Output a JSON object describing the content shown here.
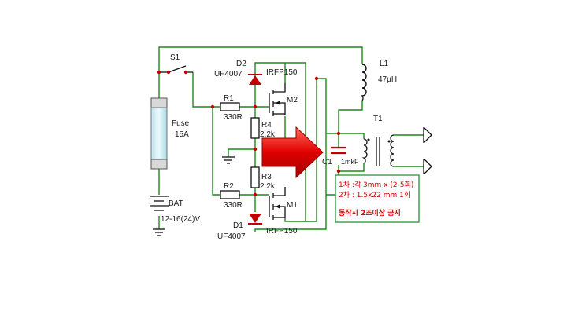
{
  "switch": {
    "label": "S1"
  },
  "fuse": {
    "name": "Fuse",
    "rating": "15A"
  },
  "battery": {
    "name": "BAT",
    "voltage": "12-16(24)V"
  },
  "diode_top": {
    "ref": "D2",
    "part": "UF4007"
  },
  "diode_bottom": {
    "ref": "D1",
    "part": "UF4007"
  },
  "mosfet_top": {
    "ref": "M2",
    "part": "IRFP150"
  },
  "mosfet_bottom": {
    "ref": "M1",
    "part": "IRFP150"
  },
  "r1": {
    "ref": "R1",
    "value": "330R"
  },
  "r2": {
    "ref": "R2",
    "value": "330R"
  },
  "r3": {
    "ref": "R3",
    "value": "2.2k"
  },
  "r4": {
    "ref": "R4",
    "value": "2.2k"
  },
  "inductor": {
    "ref": "L1",
    "value": "47μH"
  },
  "transformer": {
    "ref": "T1"
  },
  "capacitor": {
    "ref": "C1",
    "value": "1mkF"
  },
  "notes": {
    "line1": "1차 :각 3mm x (2-5회)",
    "line2": "2차 : 1.5x22 mm 1회",
    "line3": "동작시 2초이상 금지"
  },
  "colors": {
    "wire": "#1c8a1c",
    "arrow": "#e00000",
    "note_text": "#d10000",
    "note_border": "#1c8a1c"
  }
}
